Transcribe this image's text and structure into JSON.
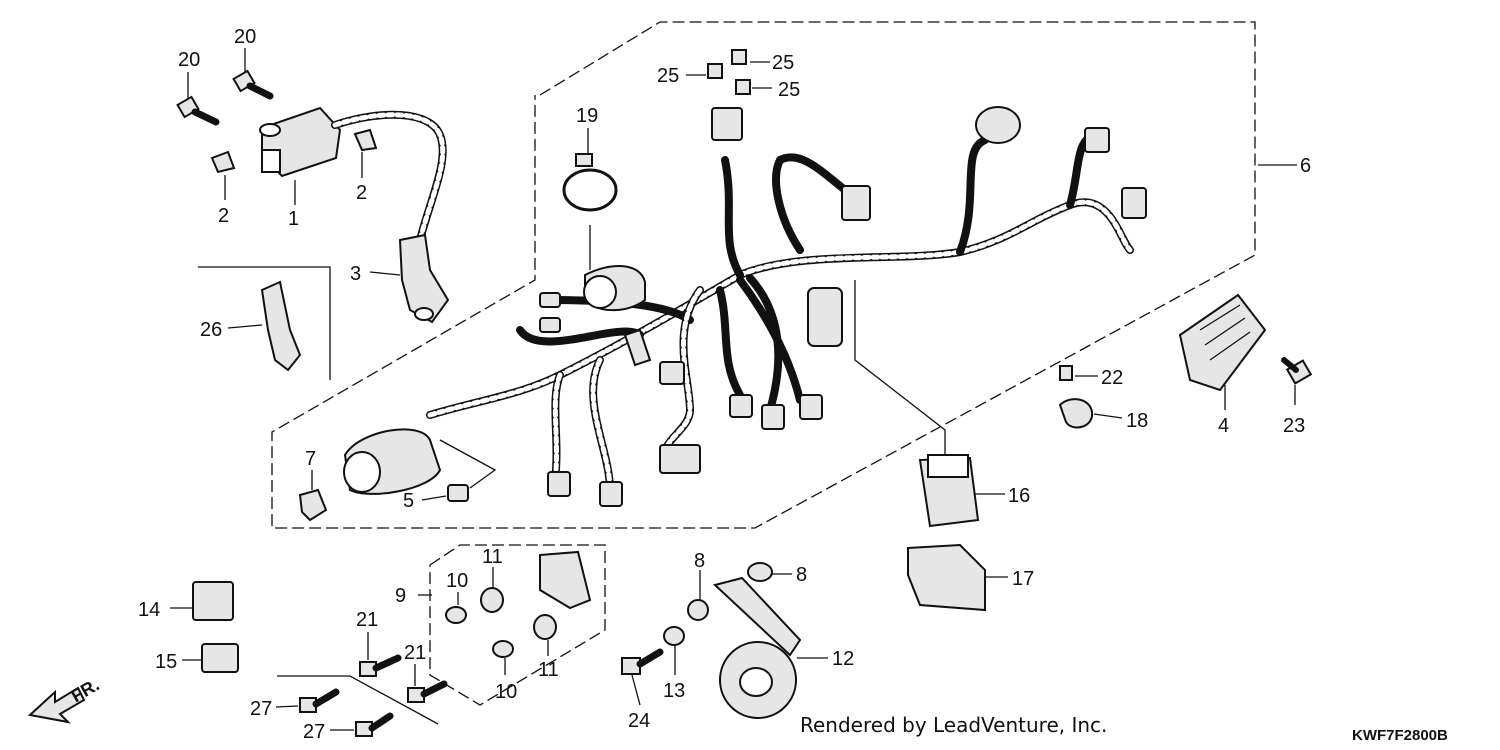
{
  "diagram": {
    "drawing_code": "KWF7F2800B",
    "credit": "Rendered by LeadVenture, Inc.",
    "direction_marker": "FR.",
    "callouts": [
      {
        "id": "c1",
        "text": "1"
      },
      {
        "id": "c2a",
        "text": "2"
      },
      {
        "id": "c2b",
        "text": "2"
      },
      {
        "id": "c3",
        "text": "3"
      },
      {
        "id": "c4",
        "text": "4"
      },
      {
        "id": "c5",
        "text": "5"
      },
      {
        "id": "c6",
        "text": "6"
      },
      {
        "id": "c7",
        "text": "7"
      },
      {
        "id": "c8a",
        "text": "8"
      },
      {
        "id": "c8b",
        "text": "8"
      },
      {
        "id": "c9",
        "text": "9"
      },
      {
        "id": "c10a",
        "text": "10"
      },
      {
        "id": "c10b",
        "text": "10"
      },
      {
        "id": "c11a",
        "text": "11"
      },
      {
        "id": "c11b",
        "text": "11"
      },
      {
        "id": "c12",
        "text": "12"
      },
      {
        "id": "c13",
        "text": "13"
      },
      {
        "id": "c14",
        "text": "14"
      },
      {
        "id": "c15",
        "text": "15"
      },
      {
        "id": "c16",
        "text": "16"
      },
      {
        "id": "c17",
        "text": "17"
      },
      {
        "id": "c18",
        "text": "18"
      },
      {
        "id": "c19",
        "text": "19"
      },
      {
        "id": "c20a",
        "text": "20"
      },
      {
        "id": "c20b",
        "text": "20"
      },
      {
        "id": "c21a",
        "text": "21"
      },
      {
        "id": "c21b",
        "text": "21"
      },
      {
        "id": "c22",
        "text": "22"
      },
      {
        "id": "c23",
        "text": "23"
      },
      {
        "id": "c24",
        "text": "24"
      },
      {
        "id": "c25a",
        "text": "25"
      },
      {
        "id": "c25b",
        "text": "25"
      },
      {
        "id": "c25c",
        "text": "25"
      },
      {
        "id": "c26",
        "text": "26"
      },
      {
        "id": "c27a",
        "text": "27"
      },
      {
        "id": "c27b",
        "text": "27"
      }
    ]
  }
}
